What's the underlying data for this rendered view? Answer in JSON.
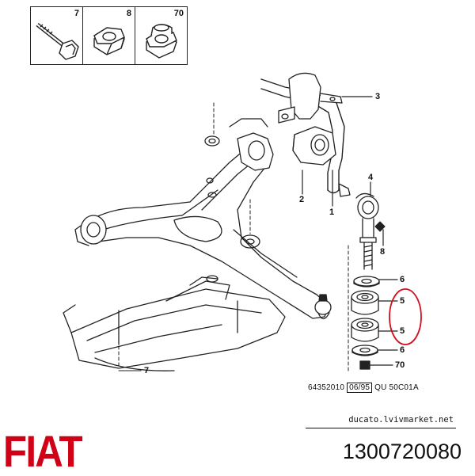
{
  "parts_box": [
    {
      "number": "7",
      "icon": "bolt-icon"
    },
    {
      "number": "8",
      "icon": "hex-nut-icon"
    },
    {
      "number": "70",
      "icon": "lock-nut-icon"
    }
  ],
  "callouts": {
    "c3": "3",
    "c2": "2",
    "c1": "1",
    "c4": "4",
    "c8": "8",
    "c6_top": "6",
    "c5_top": "5",
    "c5_bottom": "5",
    "c6_bottom": "6",
    "c70": "70",
    "c7": "7"
  },
  "reference": {
    "code": "64352010",
    "date": "06/95",
    "suffix": "QU 50C01A"
  },
  "site": "ducato.lvivmarket.net",
  "brand": "FIAT",
  "part_number": "1300720080",
  "colors": {
    "brand_red": "#d00016",
    "highlight_red": "#d0101e",
    "line": "#222222"
  }
}
